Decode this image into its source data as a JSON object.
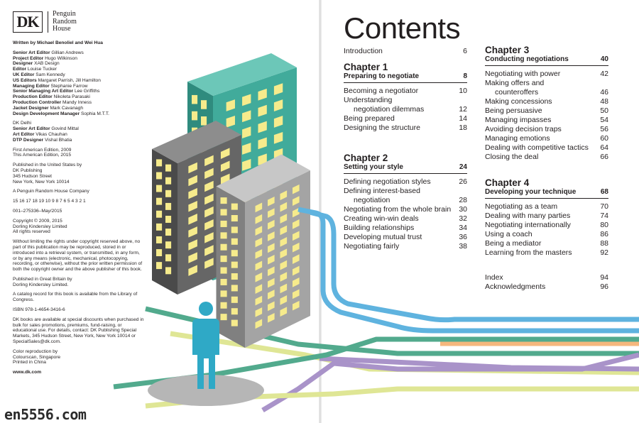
{
  "logo": {
    "dk": "DK",
    "publisher": [
      "Penguin",
      "Random",
      "House"
    ]
  },
  "imprint": {
    "written_by": "Written by Michael Benoliel and Wei Hua",
    "credits": [
      {
        "role": "Senior Art Editor",
        "name": "Gillian Andrews"
      },
      {
        "role": "Project Editor",
        "name": "Hugo Wilkinson"
      },
      {
        "role": "Designer",
        "name": "XAB Design"
      },
      {
        "role": "Editor",
        "name": "Louise Tucker"
      },
      {
        "role": "UK Editor",
        "name": "Sam Kennedy"
      },
      {
        "role": "US Editors",
        "name": "Margaret Parrish, Jill Hamilton"
      },
      {
        "role": "Managing Editor",
        "name": "Stephanie Farrow"
      },
      {
        "role": "Senior Managing Art Editor",
        "name": "Lee Griffiths"
      },
      {
        "role": "Production Editor",
        "name": "Nikoleta Parasaki"
      },
      {
        "role": "Production Controller",
        "name": "Mandy Inness"
      },
      {
        "role": "Jacket Designer",
        "name": "Mark Cavanagh"
      },
      {
        "role": "Design Development Manager",
        "name": "Sophia M.T.T."
      }
    ],
    "delhi_heading": "DK Delhi",
    "delhi_credits": [
      {
        "role": "Senior Art Editor",
        "name": "Govind Mittal"
      },
      {
        "role": "Art Editor",
        "name": "Vikas Chauhan"
      },
      {
        "role": "DTP Designer",
        "name": "Vishal Bhatia"
      }
    ],
    "editions": [
      "First American Edition, 2009",
      "This American Edition, 2015"
    ],
    "published_in": [
      "Published in the United States by",
      "DK Publishing",
      "345 Hudson Street",
      "New York, New York 10014"
    ],
    "company": "A Penguin Random House Company",
    "print_line": "15 16 17 18 19  10 9 8 7 6 5 4 3 2 1",
    "code": "001–275336–May/2015",
    "copyright": [
      "Copyright © 2009, 2015",
      "Dorling Kindersley Limited",
      "All rights reserved"
    ],
    "rights": "Without limiting the rights under copyright reserved above, no part of this publication may be reproduced, stored in or introduced into a retrieval system, or transmitted, in any form, or by any means (electronic, mechanical, photocopying, recording, or otherwise), without the prior written permission of both the copyright owner and the above publisher of this book.",
    "published_gb": [
      "Published in Great Britain by",
      "Dorling Kindersley Limited."
    ],
    "catalog": "A catalog record for this book is available from the Library of Congress.",
    "isbn": "ISBN  978-1-4654-3416-6",
    "special": "DK books are available at special discounts when purchased in bulk for sales promotions, premiums, fund-raising, or educational use. For details, contact: DK Publishing Special Markets, 345 Hudson Street, New York, New York 10014 or SpecialSales@dk.com.",
    "repro": [
      "Color reproduction by",
      "Colourscan, Singapore",
      "Printed in China"
    ],
    "website": "www.dk.com"
  },
  "watermark": "en5556.com",
  "contents": {
    "title": "Contents",
    "intro": {
      "title": "Introduction",
      "page": "6"
    },
    "chapters": [
      {
        "label": "Chapter 1",
        "title": "Preparing to negotiate",
        "page": "8",
        "items": [
          {
            "lines": [
              "Becoming a negotiator"
            ],
            "page": "10"
          },
          {
            "lines": [
              "Understanding",
              "negotiation dilemmas"
            ],
            "page": "12"
          },
          {
            "lines": [
              "Being prepared"
            ],
            "page": "14"
          },
          {
            "lines": [
              "Designing the structure"
            ],
            "page": "18"
          }
        ]
      },
      {
        "label": "Chapter 2",
        "title": "Setting your style",
        "page": "24",
        "items": [
          {
            "lines": [
              "Defining negotiation styles"
            ],
            "page": "26"
          },
          {
            "lines": [
              "Defining interest-based",
              "negotiation"
            ],
            "page": "28"
          },
          {
            "lines": [
              "Negotiating from the whole brain"
            ],
            "page": "30"
          },
          {
            "lines": [
              "Creating win-win deals"
            ],
            "page": "32"
          },
          {
            "lines": [
              "Building relationships"
            ],
            "page": "34"
          },
          {
            "lines": [
              "Developing mutual trust"
            ],
            "page": "36"
          },
          {
            "lines": [
              "Negotiating fairly"
            ],
            "page": "38"
          }
        ]
      },
      {
        "label": "Chapter 3",
        "title": "Conducting negotiations",
        "page": "40",
        "items": [
          {
            "lines": [
              "Negotiating with power"
            ],
            "page": "42"
          },
          {
            "lines": [
              "Making offers and",
              "counteroffers"
            ],
            "page": "46"
          },
          {
            "lines": [
              "Making concessions"
            ],
            "page": "48"
          },
          {
            "lines": [
              "Being persuasive"
            ],
            "page": "50"
          },
          {
            "lines": [
              "Managing impasses"
            ],
            "page": "54"
          },
          {
            "lines": [
              "Avoiding decision traps"
            ],
            "page": "56"
          },
          {
            "lines": [
              "Managing emotions"
            ],
            "page": "60"
          },
          {
            "lines": [
              "Dealing with competitive tactics"
            ],
            "page": "64"
          },
          {
            "lines": [
              "Closing the deal"
            ],
            "page": "66"
          }
        ]
      },
      {
        "label": "Chapter 4",
        "title": "Developing your technique",
        "page": "68",
        "items": [
          {
            "lines": [
              "Negotiating as a team"
            ],
            "page": "70"
          },
          {
            "lines": [
              "Dealing with many parties"
            ],
            "page": "74"
          },
          {
            "lines": [
              "Negotiating internationally"
            ],
            "page": "80"
          },
          {
            "lines": [
              "Using a coach"
            ],
            "page": "86"
          },
          {
            "lines": [
              "Being a mediator"
            ],
            "page": "88"
          },
          {
            "lines": [
              "Learning from the masters"
            ],
            "page": "92"
          }
        ]
      }
    ],
    "end_items": [
      {
        "title": "Index",
        "page": "94"
      },
      {
        "title": "Acknowledgments",
        "page": "96"
      }
    ]
  },
  "colors": {
    "teal_building": "#41ab9b",
    "dark_building": "#666666",
    "light_building": "#a4a4a4",
    "window": "#f6eb8c",
    "figure": "#2fa9c6",
    "shadow": "#b6b6b6",
    "line_blue": "#5fb3df",
    "line_green": "#52aa8d",
    "line_yellow": "#dfe695",
    "line_purple": "#a993c9",
    "line_orange": "#f6b77d"
  }
}
